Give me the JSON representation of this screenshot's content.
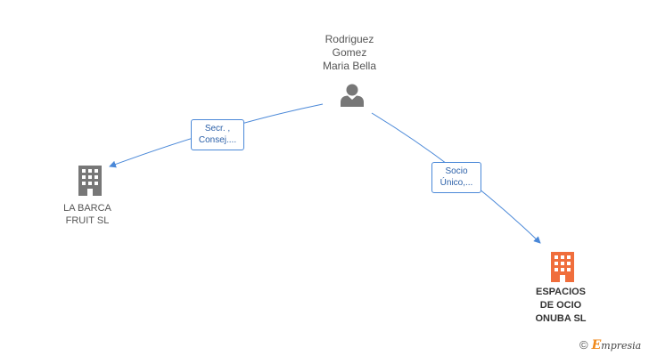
{
  "nodes": {
    "person": {
      "name_lines": [
        "Rodriguez",
        "Gomez",
        "Maria Bella"
      ],
      "icon": "person-icon",
      "color": "#777777"
    },
    "company_1": {
      "name_lines": [
        "LA BARCA",
        "FRUIT SL"
      ],
      "icon": "building-icon",
      "color": "#777777"
    },
    "company_2": {
      "name_lines": [
        "ESPACIOS",
        "DE OCIO",
        "ONUBA SL"
      ],
      "icon": "building-icon",
      "color": "#f06e3c"
    }
  },
  "edges": [
    {
      "from": "person",
      "to": "company_1",
      "label_lines": [
        "Secr. ,",
        "Consej...."
      ]
    },
    {
      "from": "person",
      "to": "company_2",
      "label_lines": [
        "Socio",
        "Único,..."
      ]
    }
  ],
  "colors": {
    "edge": "#4a88d8",
    "accent": "#f06e3c"
  },
  "brand": {
    "copyright": "©",
    "initial": "E",
    "rest": "mpresia"
  }
}
